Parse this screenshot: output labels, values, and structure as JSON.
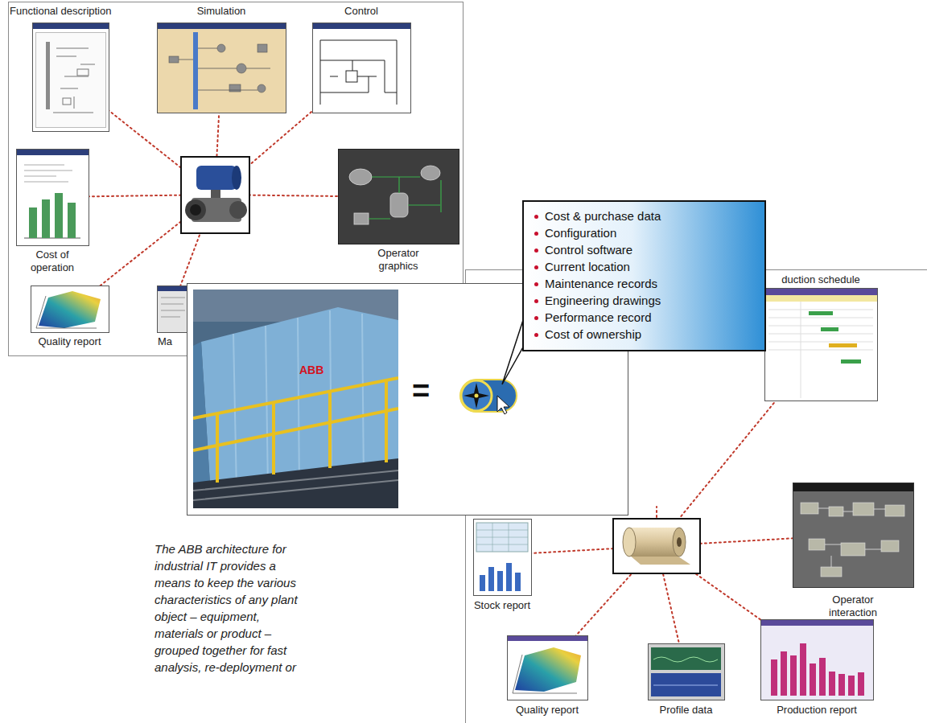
{
  "diagram": {
    "caption": "The ABB architecture for industrial IT provides a means to keep the various characteristics of any plant object – equipment, materials or product – grouped together for fast analysis, re-deployment or",
    "nodes": [
      {
        "text": [
          "Functional description"
        ]
      },
      {
        "text": [
          "Simulation"
        ]
      },
      {
        "text": [
          "Control"
        ]
      },
      {
        "text": [
          "Cost of operation"
        ]
      },
      {
        "text": [
          "Operator graphics"
        ]
      },
      {
        "text": [
          "Quality report"
        ]
      },
      {
        "text": [
          "Ma"
        ]
      },
      {
        "text": [
          "Cost & purchase data",
          "Configuration",
          "Control software",
          "Current location",
          "Maintenance records",
          "Engineering drawings",
          "Performance record",
          "Cost of ownership"
        ]
      },
      {
        "text": [
          "duction schedule"
        ]
      },
      {
        "text": [
          "Stock report"
        ]
      },
      {
        "text": [
          "Operator interaction"
        ]
      },
      {
        "text": [
          "Quality report"
        ]
      },
      {
        "text": [
          "Profile data"
        ]
      },
      {
        "text": [
          "Production report"
        ]
      }
    ],
    "labels": [
      "ABB",
      "="
    ]
  }
}
